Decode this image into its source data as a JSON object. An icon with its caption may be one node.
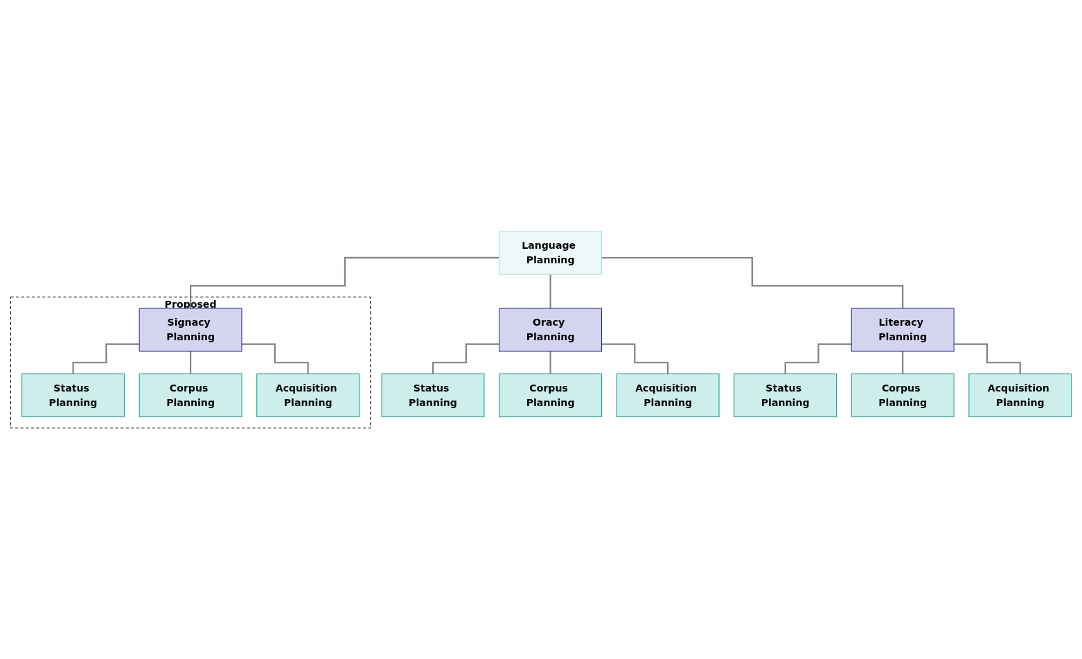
{
  "diagram": {
    "nodes": [
      {
        "text": [
          "Language Planning"
        ]
      },
      {
        "text": [
          "Oracy Planning"
        ]
      },
      {
        "text": [
          "Literacy Planning"
        ]
      },
      {
        "text": [
          "Proposed"
        ]
      },
      {
        "text": [
          "Signacy Planning"
        ],
        "in": 3
      },
      {
        "text": [
          "Status Planning"
        ]
      },
      {
        "text": [
          "Corpus Planning"
        ]
      },
      {
        "text": [
          "Acquisition Planning"
        ]
      },
      {
        "text": [
          "Status Planning"
        ]
      },
      {
        "text": [
          "Corpus Planning"
        ]
      },
      {
        "text": [
          "Acquisition Planning"
        ]
      },
      {
        "text": [
          "Status Planning"
        ],
        "in": 3
      },
      {
        "text": [
          "Corpus Planning"
        ],
        "in": 3
      },
      {
        "text": [
          "Acquisition Planning"
        ],
        "in": 3
      }
    ],
    "edges": [
      {
        "from": 0,
        "to": 1,
        "arrow": "none"
      },
      {
        "from": 0,
        "to": 2,
        "arrow": "none"
      },
      {
        "from": 0,
        "to": 4,
        "arrow": "none"
      },
      {
        "from": 1,
        "to": 5,
        "arrow": "none"
      },
      {
        "from": 1,
        "to": 6,
        "arrow": "none"
      },
      {
        "from": 1,
        "to": 7,
        "arrow": "none"
      },
      {
        "from": 2,
        "to": 8,
        "arrow": "none"
      },
      {
        "from": 2,
        "to": 9,
        "arrow": "none"
      },
      {
        "from": 2,
        "to": 10,
        "arrow": "none"
      },
      {
        "from": 4,
        "to": 11,
        "arrow": "none"
      },
      {
        "from": 4,
        "to": 12,
        "arrow": "none"
      },
      {
        "from": 4,
        "to": 13,
        "arrow": "none"
      }
    ]
  }
}
